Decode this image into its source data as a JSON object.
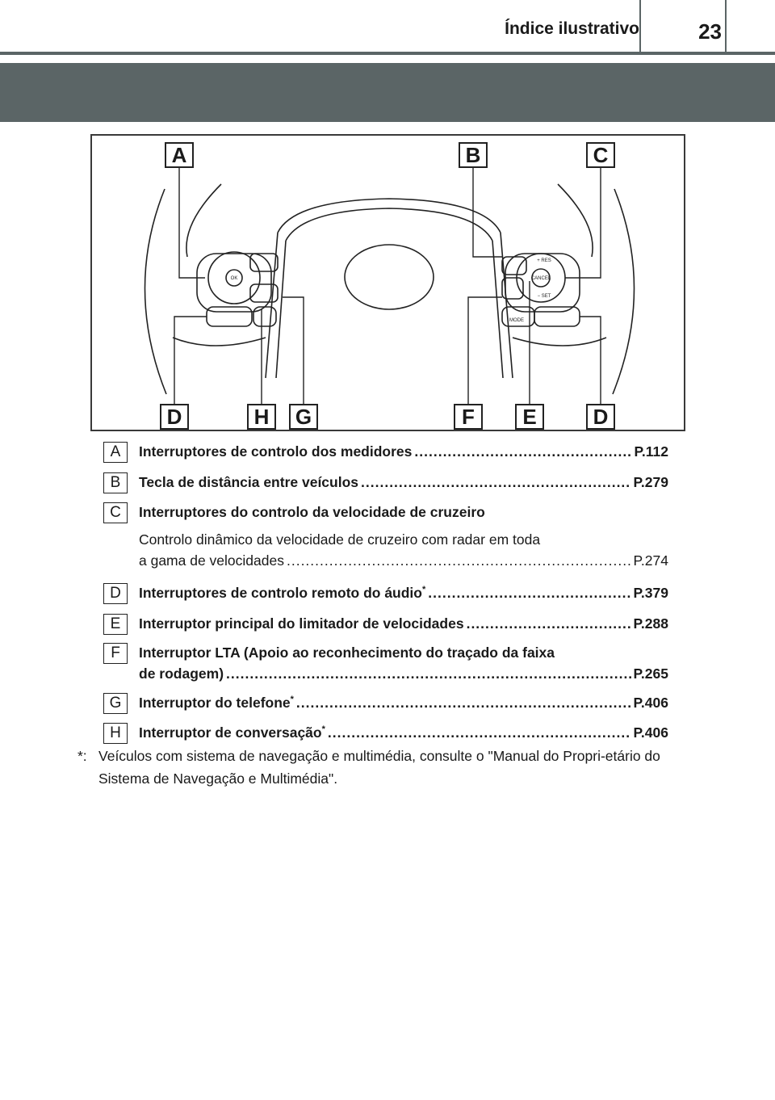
{
  "header": {
    "section_title": "Índice ilustrativo",
    "page_number": "23"
  },
  "figure": {
    "callouts": {
      "A": "A",
      "B": "B",
      "C": "C",
      "D1": "D",
      "H": "H",
      "G": "G",
      "F": "F",
      "E": "E",
      "D2": "D"
    },
    "button_labels": {
      "ok": "OK",
      "res": "+ RES",
      "cancel": "CANCEL",
      "set": "− SET",
      "mode": "MODE"
    }
  },
  "items": [
    {
      "letter": "A",
      "lines": [
        {
          "text": "Interruptores de controlo dos medidores",
          "dots": "........................................................................",
          "ref": "P.112",
          "bold": true
        }
      ]
    },
    {
      "letter": "B",
      "lines": [
        {
          "text": "Tecla de distância entre veículos",
          "dots": "........................................................................",
          "ref": "P.279",
          "bold": true
        }
      ]
    },
    {
      "letter": "C",
      "lines": [
        {
          "text": "Interruptores do controlo da velocidade de cruzeiro",
          "bold": true
        },
        {
          "text": "Controlo dinâmico da velocidade de cruzeiro com radar em toda",
          "bold": false
        },
        {
          "text": "a gama de velocidades",
          "dots": "...........................................................................................",
          "ref": "P.274",
          "bold": false
        }
      ]
    },
    {
      "letter": "D",
      "lines": [
        {
          "text": "Interruptores de controlo remoto do áudio",
          "sup": "*",
          "dots": "........................................................................",
          "ref": "P.379",
          "bold": true
        }
      ]
    },
    {
      "letter": "E",
      "lines": [
        {
          "text": "Interruptor principal do limitador de velocidades",
          "dots": "........................................................................",
          "ref": "P.288",
          "bold": true
        }
      ]
    },
    {
      "letter": "F",
      "lines": [
        {
          "text": "Interruptor LTA (Apoio ao reconhecimento do traçado da faixa",
          "bold": true
        },
        {
          "text": "de rodagem)",
          "dots": "........................................................................................................",
          "ref": "P.265",
          "bold": true
        }
      ]
    },
    {
      "letter": "G",
      "lines": [
        {
          "text": "Interruptor do telefone",
          "sup": "*",
          "dots": "............................................................................................",
          "ref": "P.406",
          "bold": true
        }
      ]
    },
    {
      "letter": "H",
      "lines": [
        {
          "text": "Interruptor de conversação",
          "sup": "*",
          "dots": "........................................................................................",
          "ref": "P.406",
          "bold": true
        }
      ]
    }
  ],
  "footnote": {
    "mark": "*:",
    "text": "Veículos com sistema de navegação e multimédia, consulte o \"Manual do Propri-etário do Sistema de Navegação e Multimédia\"."
  }
}
